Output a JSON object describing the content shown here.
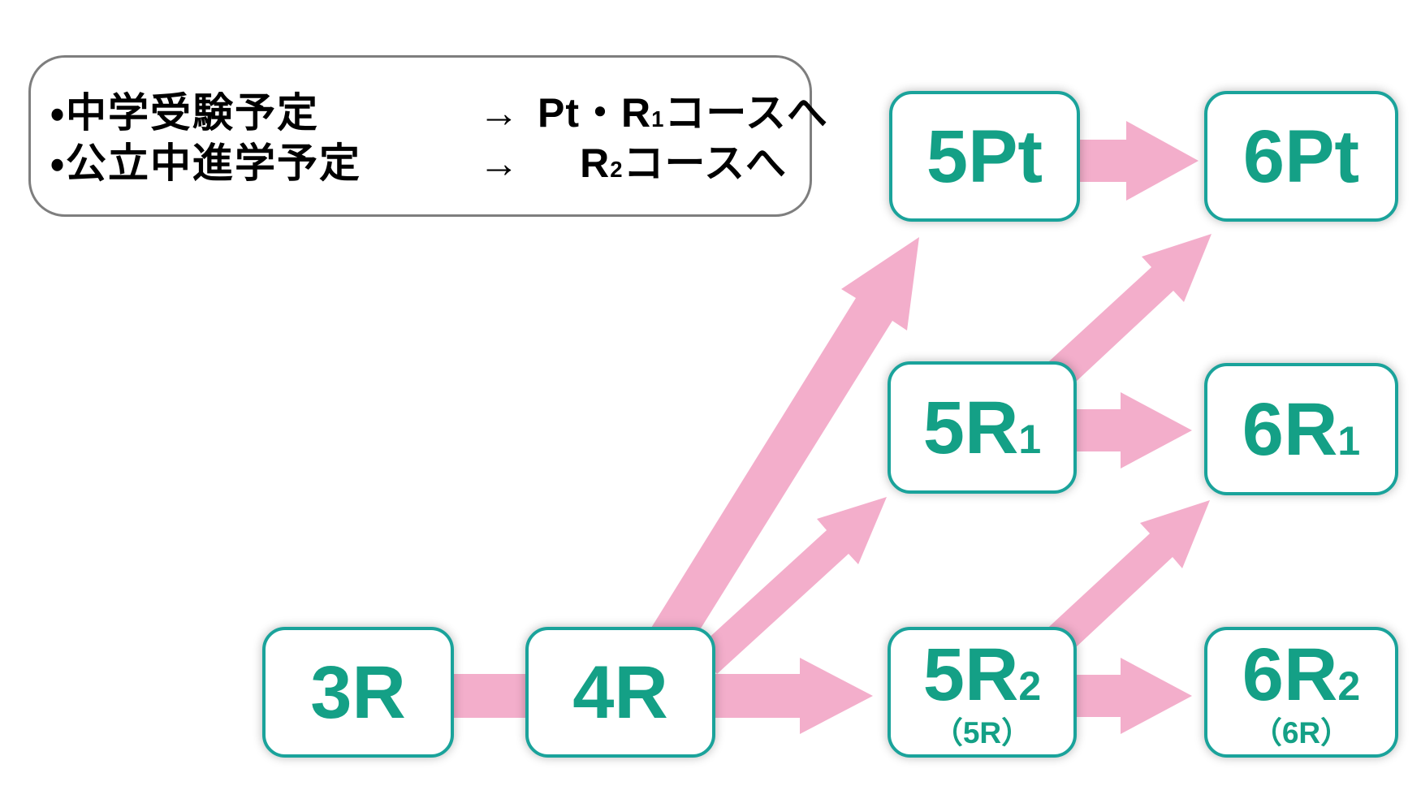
{
  "colors": {
    "background": "#ffffff",
    "node_border": "#1aa39b",
    "node_text": "#14a086",
    "arrow_pink": "#f3aecb",
    "legend_border": "#7e7e7e",
    "legend_text": "#000000"
  },
  "legend": {
    "rows": [
      {
        "label": "・中学受験予定",
        "arrow": "→",
        "course_main": "Pt・R",
        "course_sub": "1",
        "course_tail": "コースへ"
      },
      {
        "label": "・公立中進学予定",
        "arrow": "→",
        "course_main": "R",
        "course_sub": "2",
        "course_tail": "コースへ"
      }
    ]
  },
  "nodes": [
    {
      "id": "3R",
      "main": "3R",
      "sub": "",
      "caption": ""
    },
    {
      "id": "4R",
      "main": "4R",
      "sub": "",
      "caption": ""
    },
    {
      "id": "5Pt",
      "main": "5Pt",
      "sub": "",
      "caption": ""
    },
    {
      "id": "6Pt",
      "main": "6Pt",
      "sub": "",
      "caption": ""
    },
    {
      "id": "5R1",
      "main": "5R",
      "sub": "1",
      "caption": ""
    },
    {
      "id": "6R1",
      "main": "6R",
      "sub": "1",
      "caption": ""
    },
    {
      "id": "5R2",
      "main": "5R",
      "sub": "2",
      "caption": "（5R）"
    },
    {
      "id": "6R2",
      "main": "6R",
      "sub": "2",
      "caption": "（6R）"
    }
  ],
  "edges": [
    {
      "from": "3R",
      "to": "4R"
    },
    {
      "from": "4R",
      "to": "5Pt"
    },
    {
      "from": "4R",
      "to": "5R1"
    },
    {
      "from": "4R",
      "to": "5R2"
    },
    {
      "from": "5Pt",
      "to": "6Pt"
    },
    {
      "from": "5R1",
      "to": "6Pt"
    },
    {
      "from": "5R1",
      "to": "6R1"
    },
    {
      "from": "5R2",
      "to": "6R1"
    },
    {
      "from": "5R2",
      "to": "6R2"
    }
  ]
}
